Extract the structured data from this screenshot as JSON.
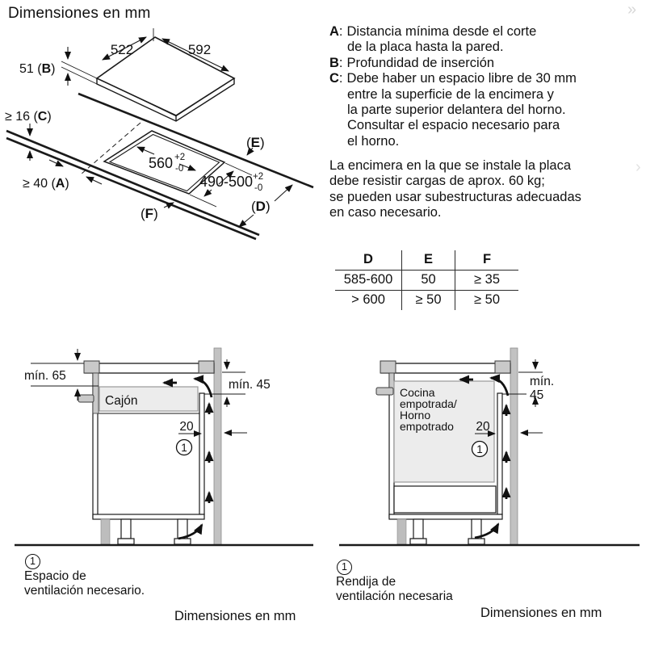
{
  "title": "Dimensiones en mm",
  "gallery": {
    "next_top": "»",
    "next_mid": "›"
  },
  "iso": {
    "dim_width_left": "522",
    "dim_width_right": "592",
    "dim_b": {
      "pre": "51 (",
      "letter": "B",
      "post": ")"
    },
    "dim_c": {
      "pre": "≥ 16 (",
      "letter": "C",
      "post": ")"
    },
    "dim_a": {
      "pre": "≥ 40 (",
      "letter": "A",
      "post": ")"
    },
    "label_e": {
      "pre": "(",
      "letter": "E",
      "post": ")"
    },
    "label_f": {
      "pre": "(",
      "letter": "F",
      "post": ")"
    },
    "label_d": {
      "pre": "(",
      "letter": "D",
      "post": ")"
    },
    "cutout_width": {
      "value": "560",
      "sup": "+2",
      "sub": "-0"
    },
    "cutout_depth": {
      "value": "490-500",
      "sup": "+2",
      "sub": "-0"
    }
  },
  "notes": {
    "separator": ":",
    "items": [
      {
        "label": "A",
        "lines": [
          "Distancia mínima desde el corte",
          "de la placa hasta la pared."
        ]
      },
      {
        "label": "B",
        "lines": [
          "Profundidad de inserción"
        ]
      },
      {
        "label": "C",
        "lines": [
          "Debe haber un espacio libre de 30 mm",
          "entre la superficie de la encimera y",
          "la parte superior delantera del horno.",
          "Consultar el espacio necesario para",
          "el horno."
        ]
      }
    ]
  },
  "paragraph_lines": [
    "La encimera en la que se instale la placa",
    "debe resistir cargas de aprox. 60 kg;",
    "se pueden usar subestructuras adecuadas",
    "en caso necesario."
  ],
  "table": {
    "headers": [
      "D",
      "E",
      "F"
    ],
    "rows": [
      [
        "585-600",
        "50",
        "≥ 35"
      ],
      [
        "> 600",
        "≥ 50",
        "≥ 50"
      ]
    ]
  },
  "left_diagram": {
    "min_top": "mín. 65",
    "min_side": "mín. 45",
    "box_label": "Cajón",
    "gap": "20",
    "vent_marker": "1",
    "caption_marker": "1",
    "caption_lines": [
      "Espacio de",
      "ventilación necesario."
    ],
    "units_note": "Dimensiones en mm"
  },
  "right_diagram": {
    "min_side_lines": [
      "mín.",
      "45"
    ],
    "box_label_lines": [
      "Cocina",
      "empotrada/",
      "Horno",
      "empotrado"
    ],
    "gap": "20",
    "vent_marker": "1",
    "caption_marker": "1",
    "caption_lines": [
      "Rendija de",
      "ventilación necesaria"
    ],
    "units_note": "Dimensiones en mm"
  }
}
